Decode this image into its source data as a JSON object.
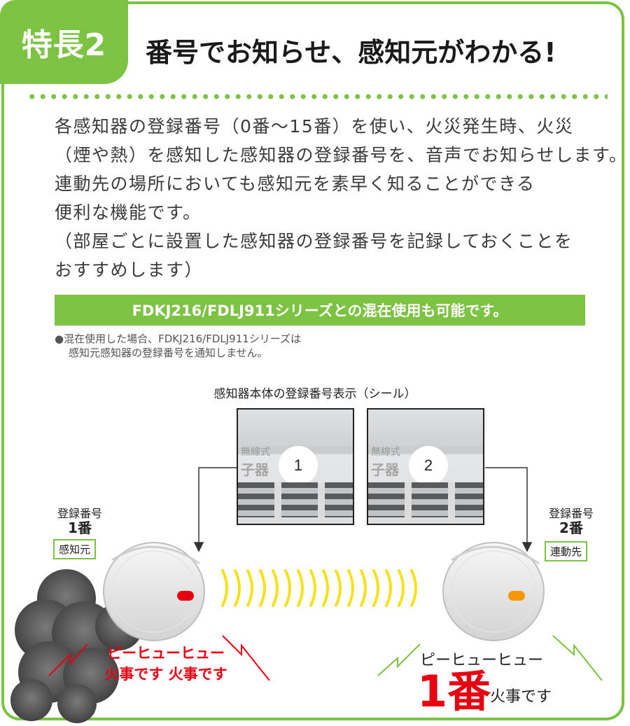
{
  "feature": {
    "badge": "特長2",
    "headline": "番号でお知らせ、感知元がわかる!"
  },
  "description": [
    "各感知器の登録番号（0番～15番）を使い、火災発生時、火災",
    "（煙や熱）を感知した感知器の登録番号を、音声でお知らせします。",
    "連動先の場所においても感知元を素早く知ることができる",
    "便利な機能です。",
    "（部屋ごとに設置した感知器の登録番号を記録しておくことを",
    "おすすめします）"
  ],
  "compat_bar": "FDKJ216/FDLJ911シリーズとの混在使用も可能です。",
  "note": {
    "line1": "●混在使用した場合、FDKJ216/FDLJ911シリーズは",
    "line2": "感知元感知器の登録番号を通知しません。"
  },
  "diagram": {
    "caption": "感知器本体の登録番号表示（シール）",
    "seal_stamp_1": "無線式",
    "seal_stamp_2": "子器",
    "seal_left_number": "1",
    "seal_right_number": "2",
    "left": {
      "label": "登録番号",
      "number": "1番",
      "role": "感知元",
      "lamp_color": "#e60012",
      "voice_line1": "ピーヒューヒュー",
      "voice_line2": "火事です 火事です"
    },
    "right": {
      "label": "登録番号",
      "number": "2番",
      "role": "連動先",
      "lamp_color": "#f39800",
      "voice_line1": "ピーヒューヒュー",
      "voice_num": "1番",
      "voice_line2": "火事です"
    }
  },
  "colors": {
    "accent_green": "#7cc243",
    "alert_red": "#e60012",
    "wave_yellow": "#f5e11c"
  }
}
